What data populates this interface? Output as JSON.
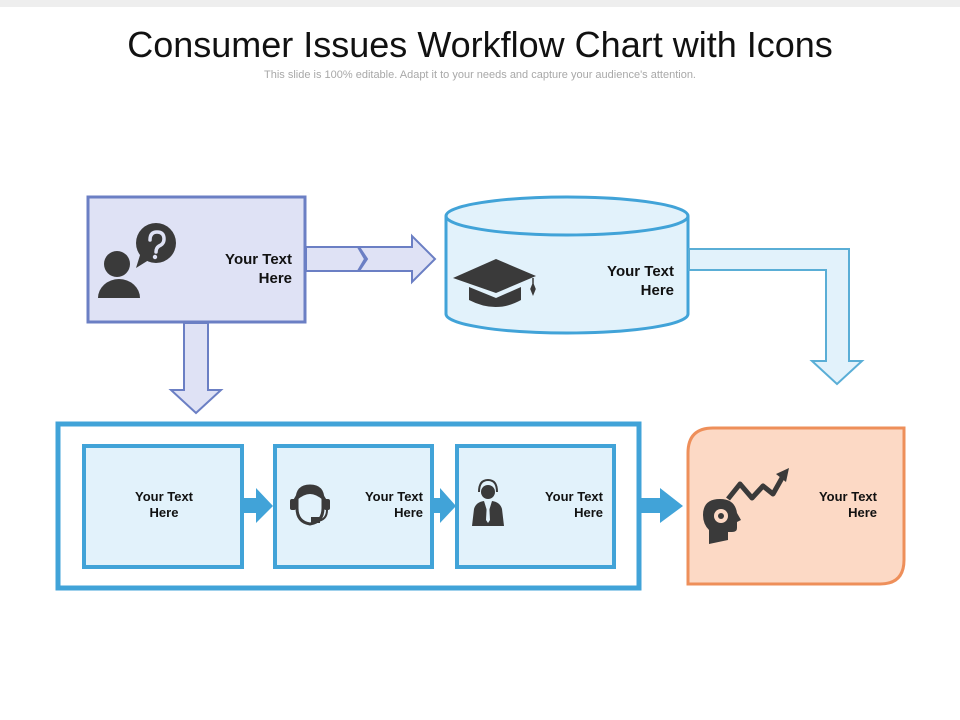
{
  "slide": {
    "title": "Consumer Issues Workflow Chart with Icons",
    "subtitle": "This slide is 100% editable. Adapt it to your needs and capture your audience's attention."
  },
  "colors": {
    "purple_stroke": "#6b7fc4",
    "purple_fill": "#dfe2f5",
    "blue_stroke": "#41a3d8",
    "blue_fill": "#e2f2fb",
    "blue_arrow_stroke": "#5aaed6",
    "orange_stroke": "#ee8f5a",
    "orange_fill": "#fcd9c5",
    "icon": "#3a3a3a"
  },
  "nodes": [
    {
      "id": "start",
      "icon": "person-question-icon",
      "line1": "Your Text",
      "line2": "Here"
    },
    {
      "id": "database",
      "icon": "graduation-cap-icon",
      "line1": "Your Text",
      "line2": "Here"
    },
    {
      "id": "step1",
      "icon": null,
      "line1": "Your Text",
      "line2": "Here"
    },
    {
      "id": "step2",
      "icon": "headset-icon",
      "line1": "Your Text",
      "line2": "Here"
    },
    {
      "id": "step3",
      "icon": "support-agent-icon",
      "line1": "Your Text",
      "line2": "Here"
    },
    {
      "id": "result",
      "icon": "mind-growth-icon",
      "line1": "Your Text",
      "line2": "Here"
    }
  ]
}
